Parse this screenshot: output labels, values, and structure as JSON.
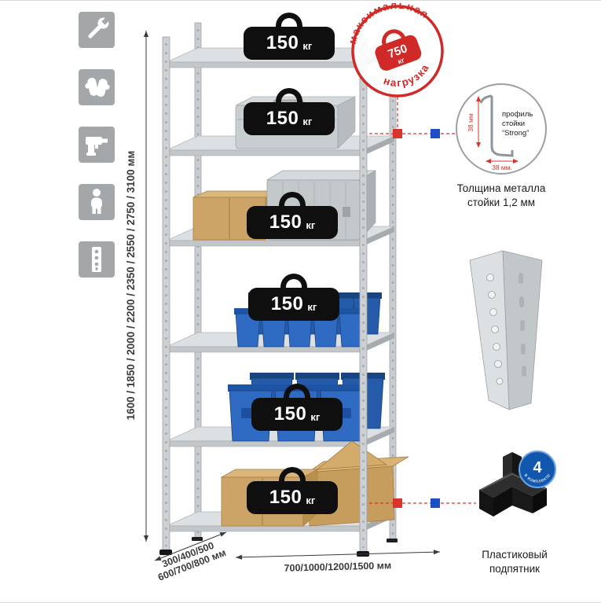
{
  "sidebar": {
    "icons": [
      "wrench",
      "gloves",
      "drill",
      "person",
      "rack-post"
    ]
  },
  "dimensions": {
    "height": "1600 / 1850 / 2000 / 2200 / 2350 / 2550 / 2750 / 3100 мм",
    "depth_line1": "300/400/500",
    "depth_line2": "600/700/800 мм",
    "width": "700/1000/1200/1500 мм"
  },
  "shelf_badges": [
    {
      "value": "150",
      "unit": "кг"
    },
    {
      "value": "150",
      "unit": "кг"
    },
    {
      "value": "150",
      "unit": "кг"
    },
    {
      "value": "150",
      "unit": "кг"
    },
    {
      "value": "150",
      "unit": "кг"
    },
    {
      "value": "150",
      "unit": "кг"
    }
  ],
  "max_load_stamp": {
    "arc_top": "максимальная",
    "arc_bottom": "нагрузка",
    "value": "750",
    "unit": "кг"
  },
  "profile_callout": {
    "text_line1": "профиль",
    "text_line2": "стойки",
    "text_line3": "“Strong”",
    "dim_vertical": "38 мм",
    "dim_horizontal": "38 мм.",
    "caption_line1": "Толщина металла",
    "caption_line2": "стойки 1,2 мм"
  },
  "foot_callout": {
    "badge_value": "4",
    "badge_text": "в комплекте",
    "caption_line1": "Пластиковый",
    "caption_line2": "подпятник"
  },
  "colors": {
    "accent_red": "#cf2a27",
    "accent_blue": "#1e4fc2",
    "bin_blue": "#2f6bc2"
  }
}
